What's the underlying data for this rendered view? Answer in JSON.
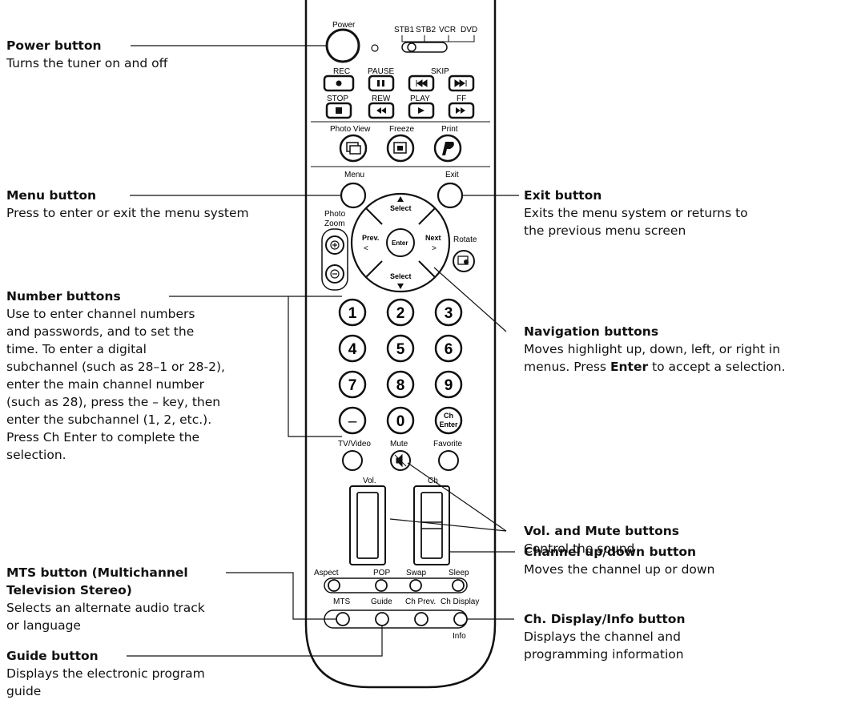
{
  "remote": {
    "power": "Power",
    "source_labels": [
      "STB1",
      "STB2",
      "VCR",
      "DVD"
    ],
    "rec": "REC",
    "pause": "PAUSE",
    "skip": "SKIP",
    "stop": "STOP",
    "rew": "REW",
    "play": "PLAY",
    "ff": "FF",
    "photo_view": "Photo View",
    "freeze": "Freeze",
    "print": "Print",
    "menu": "Menu",
    "exit": "Exit",
    "photo_zoom_1": "Photo",
    "photo_zoom_2": "Zoom",
    "select_up": "Select",
    "select_down": "Select",
    "prev": "Prev.",
    "next": "Next",
    "enter": "Enter",
    "rotate": "Rotate",
    "digits": [
      "1",
      "2",
      "3",
      "4",
      "5",
      "6",
      "7",
      "8",
      "9",
      "–",
      "0"
    ],
    "ch_enter_1": "Ch",
    "ch_enter_2": "Enter",
    "tv_video": "TV/Video",
    "mute": "Mute",
    "favorite": "Favorite",
    "vol": "Vol.",
    "ch": "Ch",
    "aspect": "Aspect",
    "pop": "POP",
    "swap": "Swap",
    "sleep": "Sleep",
    "mts": "MTS",
    "guide": "Guide",
    "ch_prev": "Ch Prev.",
    "ch_display": "Ch Display",
    "info": "Info"
  },
  "callouts": {
    "power": {
      "title": "Power button",
      "desc": "Turns the tuner on and off"
    },
    "menu": {
      "title": "Menu button",
      "desc": "Press to enter or exit the menu system"
    },
    "exit": {
      "title": "Exit button",
      "desc1": "Exits the menu system or returns to",
      "desc2": "the previous menu screen"
    },
    "number": {
      "title": "Number buttons",
      "lines": [
        "Use to enter channel numbers",
        "and passwords, and to set the",
        "time. To enter a digital",
        "subchannel (such as 28–1 or 28-2),",
        "enter the main channel number",
        "(such as 28), press the – key, then",
        "enter the subchannel (1, 2, etc.).",
        "Press Ch Enter to complete the",
        "selection."
      ]
    },
    "navigation": {
      "title": "Navigation buttons",
      "desc1": "Moves highlight up, down, left, or right in",
      "desc2_a": "menus. Press ",
      "desc2_b": "Enter",
      "desc2_c": " to accept a selection."
    },
    "vol_mute": {
      "title": "Vol. and Mute buttons",
      "desc": "Control the sound"
    },
    "channel": {
      "title": "Channel up/down button",
      "desc": "Moves the channel up or down"
    },
    "mts": {
      "title1": "MTS button (Multichannel",
      "title2": "Television Stereo)",
      "desc1": "Selects an alternate audio track",
      "desc2": "or language"
    },
    "ch_display": {
      "title": "Ch. Display/Info button",
      "desc1": "Displays the channel and",
      "desc2": "programming information"
    },
    "guide": {
      "title": "Guide button",
      "desc1": "Displays the electronic program",
      "desc2": "guide"
    }
  }
}
